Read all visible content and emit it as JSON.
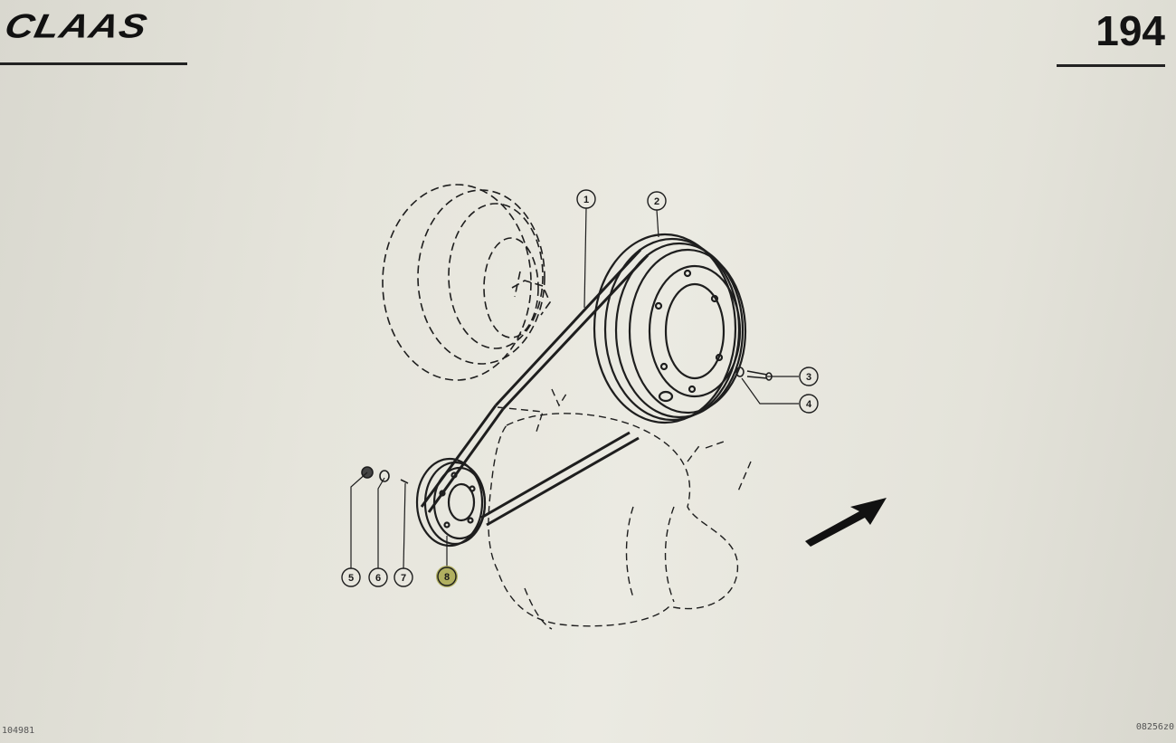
{
  "header": {
    "brand": "CLAAS",
    "page_number": "194"
  },
  "footer": {
    "left_code": "104981",
    "right_code": "08256z0"
  },
  "callouts": [
    {
      "id": "1",
      "label": "1"
    },
    {
      "id": "2",
      "label": "2"
    },
    {
      "id": "3",
      "label": "3"
    },
    {
      "id": "4",
      "label": "4"
    },
    {
      "id": "5",
      "label": "5"
    },
    {
      "id": "6",
      "label": "6"
    },
    {
      "id": "7",
      "label": "7"
    },
    {
      "id": "8",
      "label": "8"
    }
  ],
  "colors": {
    "line": "#1e1e1e",
    "highlight": "#a7a64a"
  }
}
